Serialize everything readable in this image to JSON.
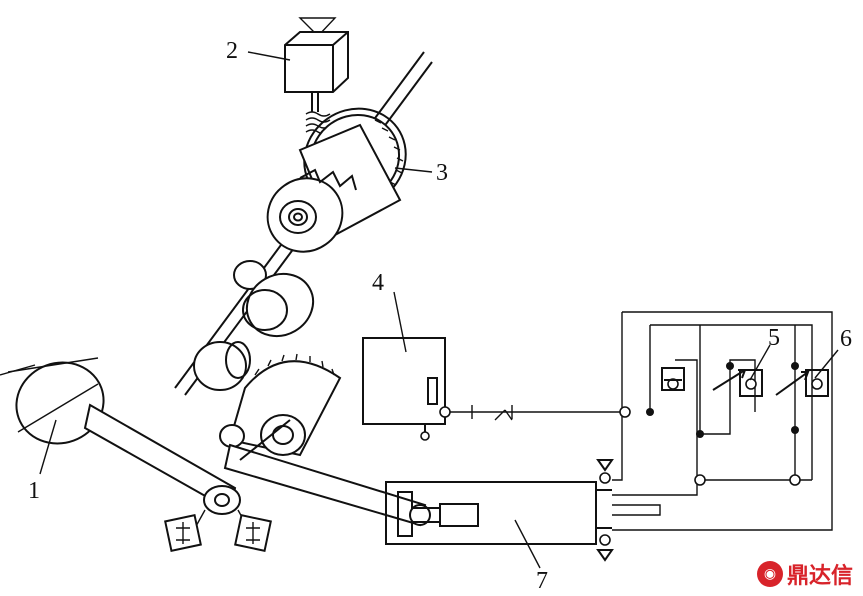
{
  "callouts": {
    "c1": "1",
    "c2": "2",
    "c3": "3",
    "c4": "4",
    "c5": "5",
    "c6": "6",
    "c7": "7"
  },
  "watermark": {
    "text": "鼎达信",
    "color": "#d8232a"
  }
}
